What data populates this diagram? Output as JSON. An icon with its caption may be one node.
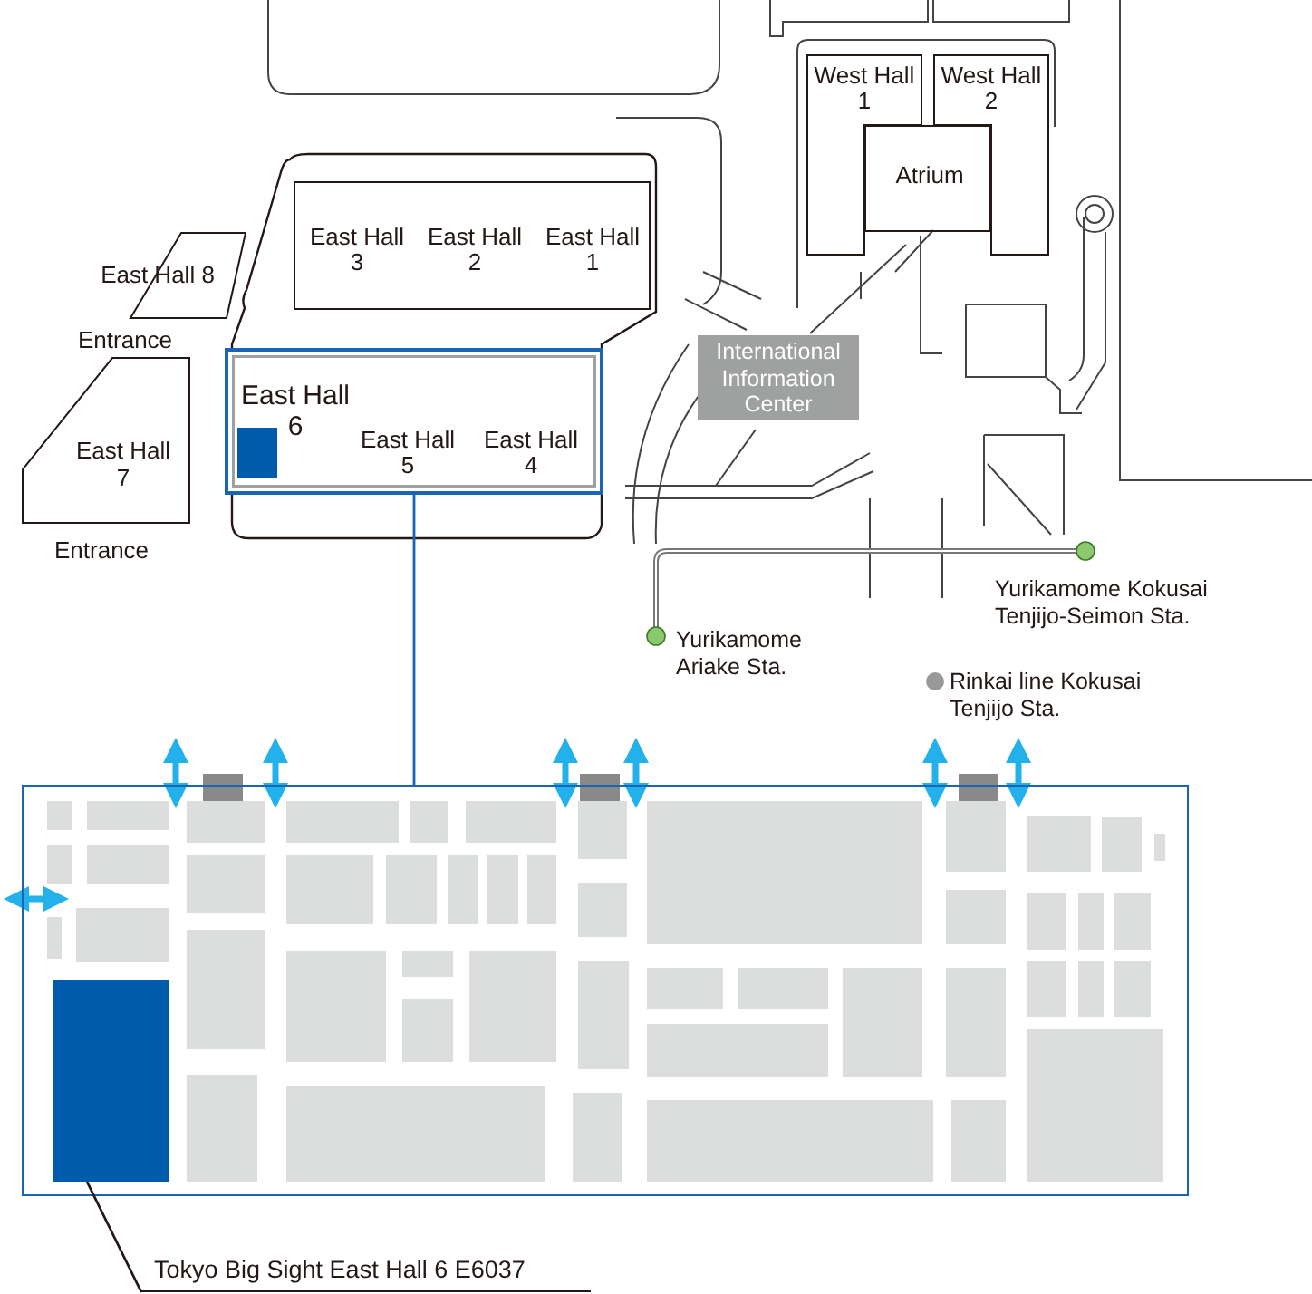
{
  "diagram": {
    "nodes": [
      {
        "text": [
          "East Hall 8"
        ],
        "beside": [
          "Entrance"
        ]
      },
      {
        "text": [
          "East Hall 7"
        ],
        "beside": [
          "Entrance"
        ]
      },
      {
        "text": [
          "East Hall 3",
          "East Hall 2",
          "East Hall 1"
        ]
      },
      {
        "text": [
          "East Hall 6",
          "East Hall 5",
          "East Hall 4"
        ]
      },
      {
        "text": [
          "West Hall 1"
        ]
      },
      {
        "text": [
          "West Hall 2"
        ]
      },
      {
        "text": [
          "Atrium"
        ]
      },
      {
        "text": [
          "International Information Center"
        ]
      },
      {
        "text": [],
        "shape": "box"
      },
      {
        "text": [],
        "shape": "box",
        "in": 8
      },
      {
        "text": [
          "Tokyo Big Sight East Hall 6 E6037"
        ]
      }
    ],
    "edges": [
      {
        "from": 3,
        "to": 8,
        "arrow": "none",
        "color": "#1a64b4"
      },
      {
        "from": 10,
        "to": 9,
        "arrow": "none",
        "color": "#231815"
      }
    ],
    "labels": [
      "Yurikamome Kokusai Tenjijo-Seimon Sta.",
      "Yurikamome Ariake Sta.",
      "Rinkai line Kokusai Tenjijo Sta."
    ]
  }
}
